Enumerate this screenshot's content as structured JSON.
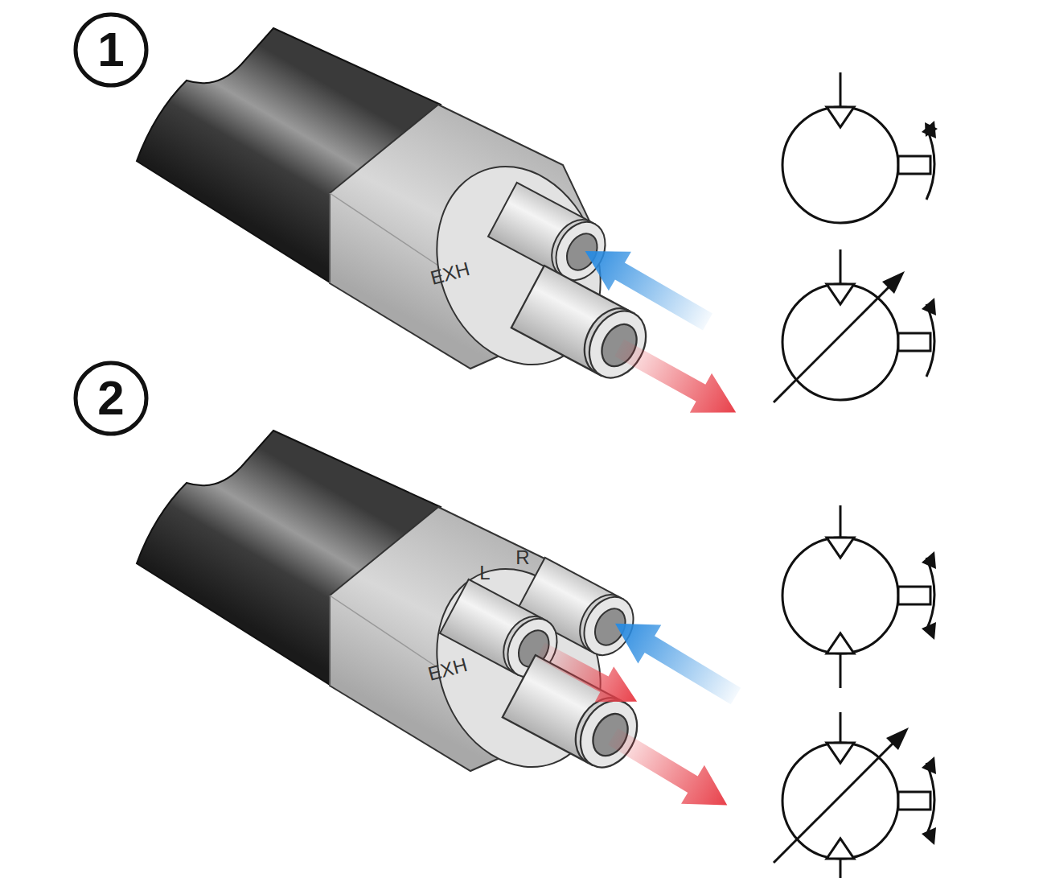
{
  "diagram": {
    "nodes": [
      {
        "text": [
          "1"
        ]
      },
      {
        "text": [
          "2"
        ]
      }
    ],
    "labels": [
      "EXH",
      "L",
      "R",
      "EXH"
    ]
  }
}
